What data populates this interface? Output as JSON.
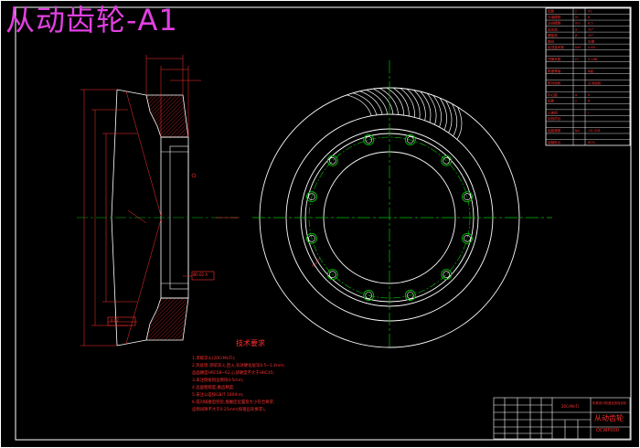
{
  "title": "从动齿轮-A1",
  "tech_req": {
    "heading": "技术要求",
    "items": [
      "1.渗碳淬火(20CrMnTi);",
      "2.热处理:渗碳淬火,回火,有效硬化层深0.5~1.4mm,",
      "  齿面硬度HRC58~62,心部硬度不大于HRC45;",
      "3.未注倒角锐边倒钝0.5mm;",
      "4.齿面粗糙度,磨齿精度;",
      "5.未注公差按GB/T 1804-m;",
      "6.成对研磨后检验,接触区位置及大小符合要求,",
      "  齿侧间隙不大于0.25mm(按锥齿轮要求)。"
    ]
  },
  "params_table": {
    "rows": [
      {
        "label": "齿数",
        "sym": "z",
        "val": "41"
      },
      {
        "label": "大端模数",
        "sym": "m",
        "val": "8"
      },
      {
        "label": "法向模数",
        "sym": "mn",
        "val": "6.5"
      },
      {
        "label": "齿形角",
        "sym": "α",
        "val": "20°"
      },
      {
        "label": "螺旋角",
        "sym": "β",
        "val": "35°"
      },
      {
        "label": "旋向",
        "sym": "",
        "val": "右旋"
      },
      {
        "label": "齿顶高系数",
        "sym": "ha*",
        "val": "0.85"
      },
      {
        "label": "",
        "sym": "",
        "val": ""
      },
      {
        "label": "顶隙系数",
        "sym": "c*",
        "val": "0.188"
      },
      {
        "label": "",
        "sym": "",
        "val": ""
      },
      {
        "label": "精度等级",
        "sym": "",
        "val": "8级"
      },
      {
        "label": "",
        "sym": "",
        "val": ""
      },
      {
        "label": "配对齿轮",
        "sym": "",
        "val": "主动齿轮"
      },
      {
        "label": "",
        "sym": "",
        "val": ""
      },
      {
        "label": "中心距",
        "sym": "a",
        "val": "0"
      },
      {
        "label": "齿数",
        "sym": "z",
        "val": "8"
      },
      {
        "label": "",
        "sym": "",
        "val": ""
      },
      {
        "label": "公差组",
        "sym": "",
        "val": "Ⅰ"
      },
      {
        "label": "检验项目",
        "sym": "",
        "val": ""
      },
      {
        "label": "",
        "sym": "",
        "val": ""
      },
      {
        "label": "齿距偏差",
        "sym": "fpt",
        "val": "±0.018"
      },
      {
        "label": "",
        "sym": "",
        "val": ""
      },
      {
        "label": "接触斑点",
        "sym": "",
        "val": "60%"
      }
    ]
  },
  "title_block": {
    "part_name": "从动齿轮",
    "drawing_no": "QCWP000",
    "material": "20CrMnTi",
    "school": "机械设计制造及其自动化"
  },
  "section_labels": {
    "tol_box": "Ø0.02 A",
    "flat_box": "0.02"
  },
  "colors": {
    "background": "#000000",
    "outline": "#ffffff",
    "centerline": "#00c000",
    "dimension": "#ff3030",
    "title": "#e040e0",
    "hatch": "#ff3030"
  }
}
